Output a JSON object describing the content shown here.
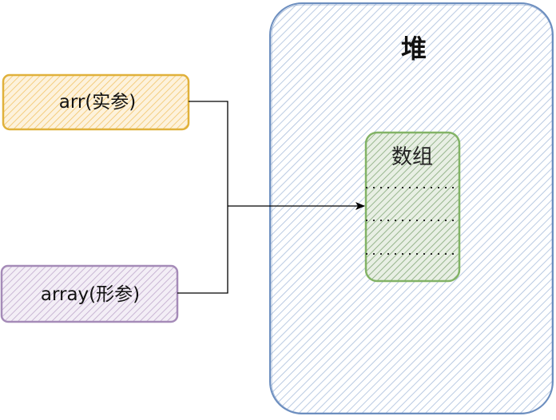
{
  "nodes": {
    "heap": {
      "label": "堆",
      "fill": "#c7d6ea",
      "stroke": "#6c8ebf"
    },
    "array_block": {
      "label": "数组",
      "fill": "#a9c69f",
      "stroke": "#82b366",
      "separator_color": "#222222"
    },
    "actual_param": {
      "label": "arr(实参)",
      "fill": "#f9d99a",
      "stroke": "#e0b13b"
    },
    "formal_param": {
      "label": "array(形参)",
      "fill": "#d4c4dd",
      "stroke": "#a58bb8"
    }
  },
  "edges": [
    {
      "from": "actual_param",
      "to": "array_block",
      "color": "#000000"
    },
    {
      "from": "formal_param",
      "to": "array_block",
      "color": "#000000"
    }
  ]
}
